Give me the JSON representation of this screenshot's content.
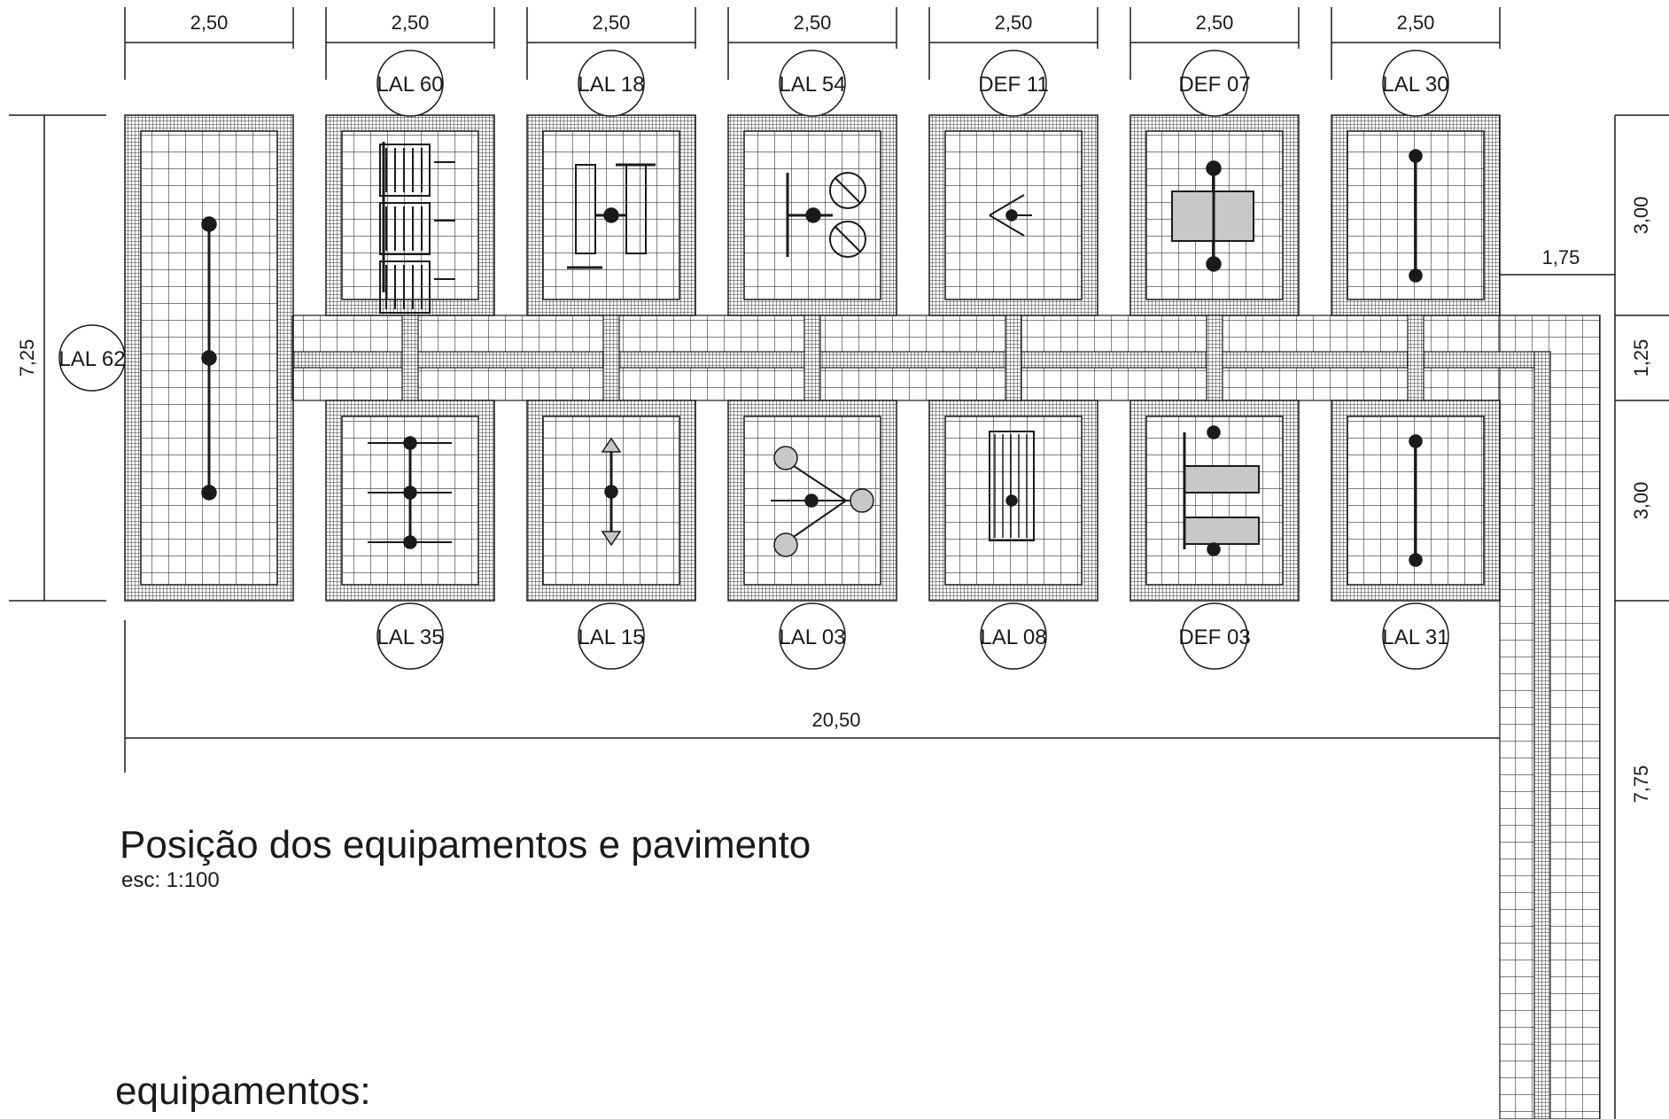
{
  "title": "Posição dos equipamentos e pavimento",
  "scale": "esc: 1:100",
  "footer_label": "equipamentos:",
  "dimensions": {
    "col_width": "2,50",
    "total_width": "20,50",
    "left_height": "7,25",
    "right_top": "3,00",
    "right_mid": "1,25",
    "right_bottom": "3,00",
    "right_gap": "1,75",
    "right_lower": "7,75"
  },
  "equipment_top": [
    "LAL 60",
    "LAL 18",
    "LAL 54",
    "DEF 11",
    "DEF 07",
    "LAL 30"
  ],
  "equipment_bottom": [
    "LAL 35",
    "LAL 15",
    "LAL 03",
    "LAL 08",
    "DEF 03",
    "LAL 31"
  ],
  "equipment_left": "LAL 62",
  "colors": {
    "line": "#1a1a1a",
    "fill_gray": "#c8c8c8"
  }
}
